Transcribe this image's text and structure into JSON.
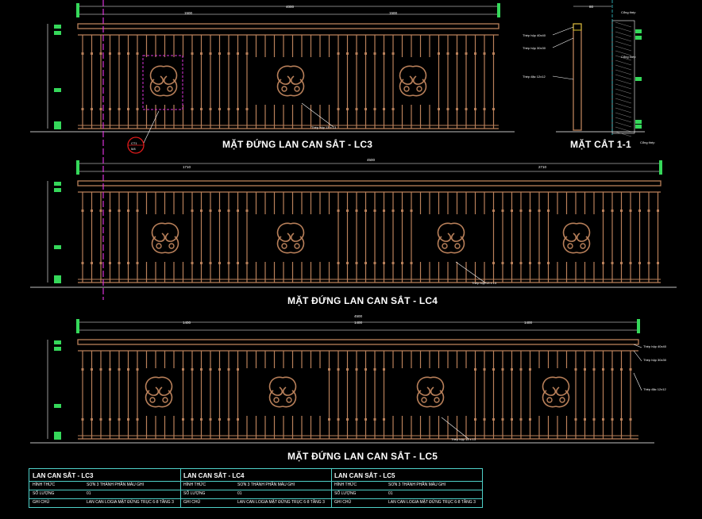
{
  "colors": {
    "background": "#000000",
    "rail": "#b9805a",
    "dimension": "#ffffff",
    "marker": "#35d85a",
    "table_border": "#4fd0c8",
    "detail_circle": "#e11b1b",
    "highlight_box": "#d833d8"
  },
  "views": {
    "lc3": {
      "title": "MẶT ĐỨNG LAN CAN SẮT - LC3",
      "overall_dim": "4000",
      "left_dim": "1500",
      "right_dim": "1500",
      "leader_bottom": "Thép hộp 13 x 13"
    },
    "section": {
      "title": "MẶT CẮT 1-1",
      "overall_dim": "80",
      "label_top": "Cổng thép",
      "label_mid": "Cổng thép",
      "label_bottom": "Cổng thép",
      "leader_1": "Thép hộp 40x40",
      "leader_2": "Thép hộp 30x30",
      "leader_3": "Thép đặc 12x12"
    },
    "lc4": {
      "title": "MẶT ĐỨNG LAN CAN SẮT - LC4",
      "overall_dim": "4500",
      "left_dim": "1710",
      "right_dim": "2710",
      "leader_bottom": "Thép hộp 13 x 13"
    },
    "lc5": {
      "title": "MẶT ĐỨNG LAN CAN SẮT - LC5",
      "overall_dim": "4500",
      "dim_1": "1400",
      "dim_2": "1400",
      "dim_3": "1400",
      "leader_1": "Thép hộp 40x40",
      "leader_2": "Thép hộp 30x30",
      "leader_3": "Thép đặc 12x12",
      "leader_bottom": "Thép hộp 13 x 13"
    },
    "detail_marker": {
      "top": "CT1",
      "bottom": "5/8"
    }
  },
  "table": {
    "columns": [
      {
        "header": "LAN CAN SẮT - LC3",
        "rows": [
          {
            "k": "HÌNH THỨC",
            "v": "SƠN 3 THÀNH PHẦN MÀU GHI"
          },
          {
            "k": "SỐ LƯỢNG",
            "v": "01"
          },
          {
            "k": "GHI CHÚ",
            "v": "LAN CAN LOGIA MẶT ĐỨNG TRỤC 6-8 TẦNG 3"
          }
        ]
      },
      {
        "header": "LAN CAN SẮT - LC4",
        "rows": [
          {
            "k": "HÌNH THỨC",
            "v": "SƠN 3 THÀNH PHẦN MÀU GHI"
          },
          {
            "k": "SỐ LƯỢNG",
            "v": "01"
          },
          {
            "k": "GHI CHÚ",
            "v": "LAN CAN LOGIA MẶT ĐỨNG TRỤC 6-8 TẦNG 3"
          }
        ]
      },
      {
        "header": "LAN CAN SẮT - LC5",
        "rows": [
          {
            "k": "HÌNH THỨC",
            "v": "SƠN 3 THÀNH PHẦN MÀU GHI"
          },
          {
            "k": "SỐ LƯỢNG",
            "v": "01"
          },
          {
            "k": "GHI CHÚ",
            "v": "LAN CAN LOGIA MẶT ĐỨNG TRỤC 6-8 TẦNG 3"
          }
        ]
      }
    ]
  }
}
